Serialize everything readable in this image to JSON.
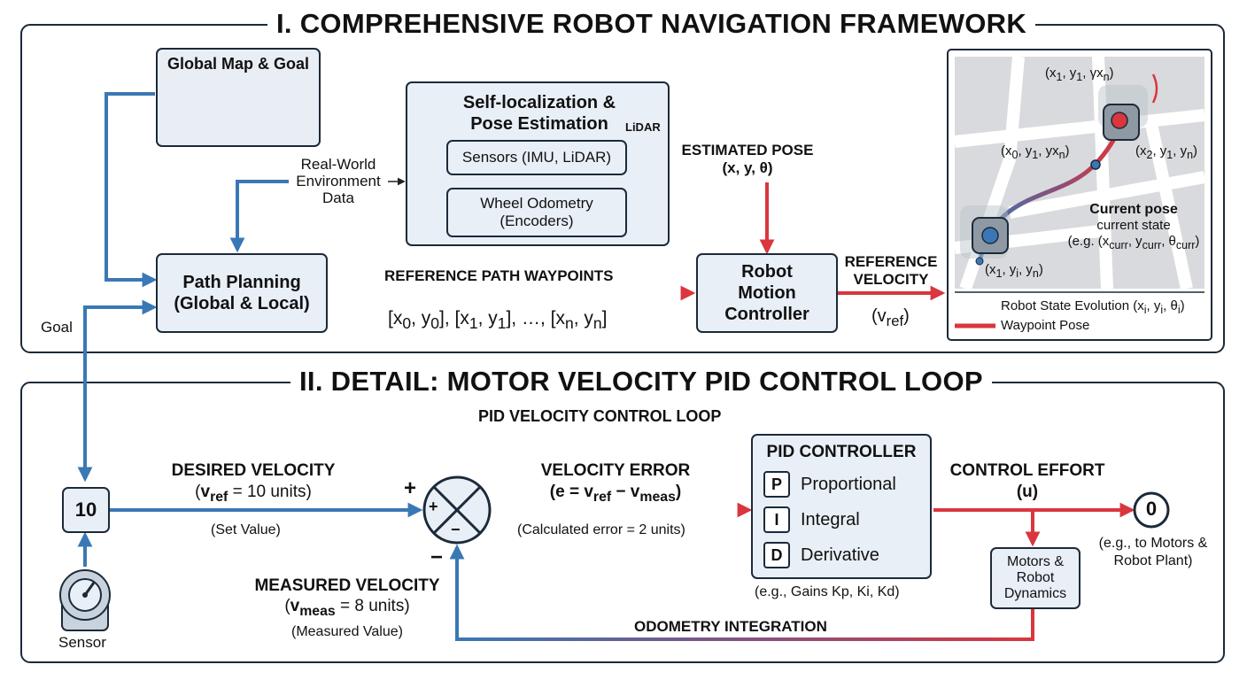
{
  "section1": {
    "title": "I. COMPREHENSIVE ROBOT NAVIGATION FRAMEWORK",
    "global_map": "Global Map & Goal",
    "localization": {
      "title": "Self-localization & Pose Estimation",
      "lidar_label": "LiDAR",
      "sensors": "Sensors (IMU, LiDAR)",
      "odometry": "Wheel Odometry (Encoders)"
    },
    "real_world": "Real-World Environment Data",
    "estimated_pose": {
      "label": "ESTIMATED POSE",
      "value": "(x, y, θ)"
    },
    "path_planning": "Path Planning (Global & Local)",
    "waypoints": {
      "label": "REFERENCE PATH WAYPOINTS"
    },
    "motion_controller": "Robot Motion Controller",
    "reference_velocity": {
      "label": "REFERENCE VELOCITY"
    },
    "goal_label": "Goal",
    "inset": {
      "current_pose_title": "Current pose",
      "current_state": "current state",
      "legend": {
        "state": "Robot State Evolution",
        "waypoint": "Waypoint Pose"
      }
    }
  },
  "section2": {
    "title": "II. DETAIL: MOTOR VELOCITY PID CONTROL LOOP",
    "subtitle": "PID VELOCITY CONTROL LOOP",
    "set_value_node": "10",
    "desired_velocity": {
      "label": "DESIRED VELOCITY",
      "note": "(Set Value)"
    },
    "plus_sign": "+",
    "minus_sign": "−",
    "velocity_error": {
      "label": "VELOCITY ERROR",
      "note": "(Calculated error = 2 units)"
    },
    "pid": {
      "title": "PID CONTROLLER",
      "terms": [
        {
          "letter": "P",
          "name": "Proportional"
        },
        {
          "letter": "I",
          "name": "Integral"
        },
        {
          "letter": "D",
          "name": "Derivative"
        }
      ],
      "gains": "(e.g., Gains Kp, Ki, Kd)"
    },
    "control_effort": {
      "label": "CONTROL EFFORT",
      "symbol": "(u)"
    },
    "output_node": "0",
    "output_note": "(e.g., to Motors & Robot Plant)",
    "motors": "Motors & Robot Dynamics",
    "measured_velocity": {
      "label": "MEASURED VELOCITY",
      "note": "(Measured Value)"
    },
    "odometry_integration": "ODOMETRY INTEGRATION",
    "sensor_label": "Sensor"
  },
  "colors": {
    "blue": "#3a78b5",
    "red": "#d9363e",
    "box_fill": "#e8eff7",
    "stroke": "#1c2a3a"
  }
}
